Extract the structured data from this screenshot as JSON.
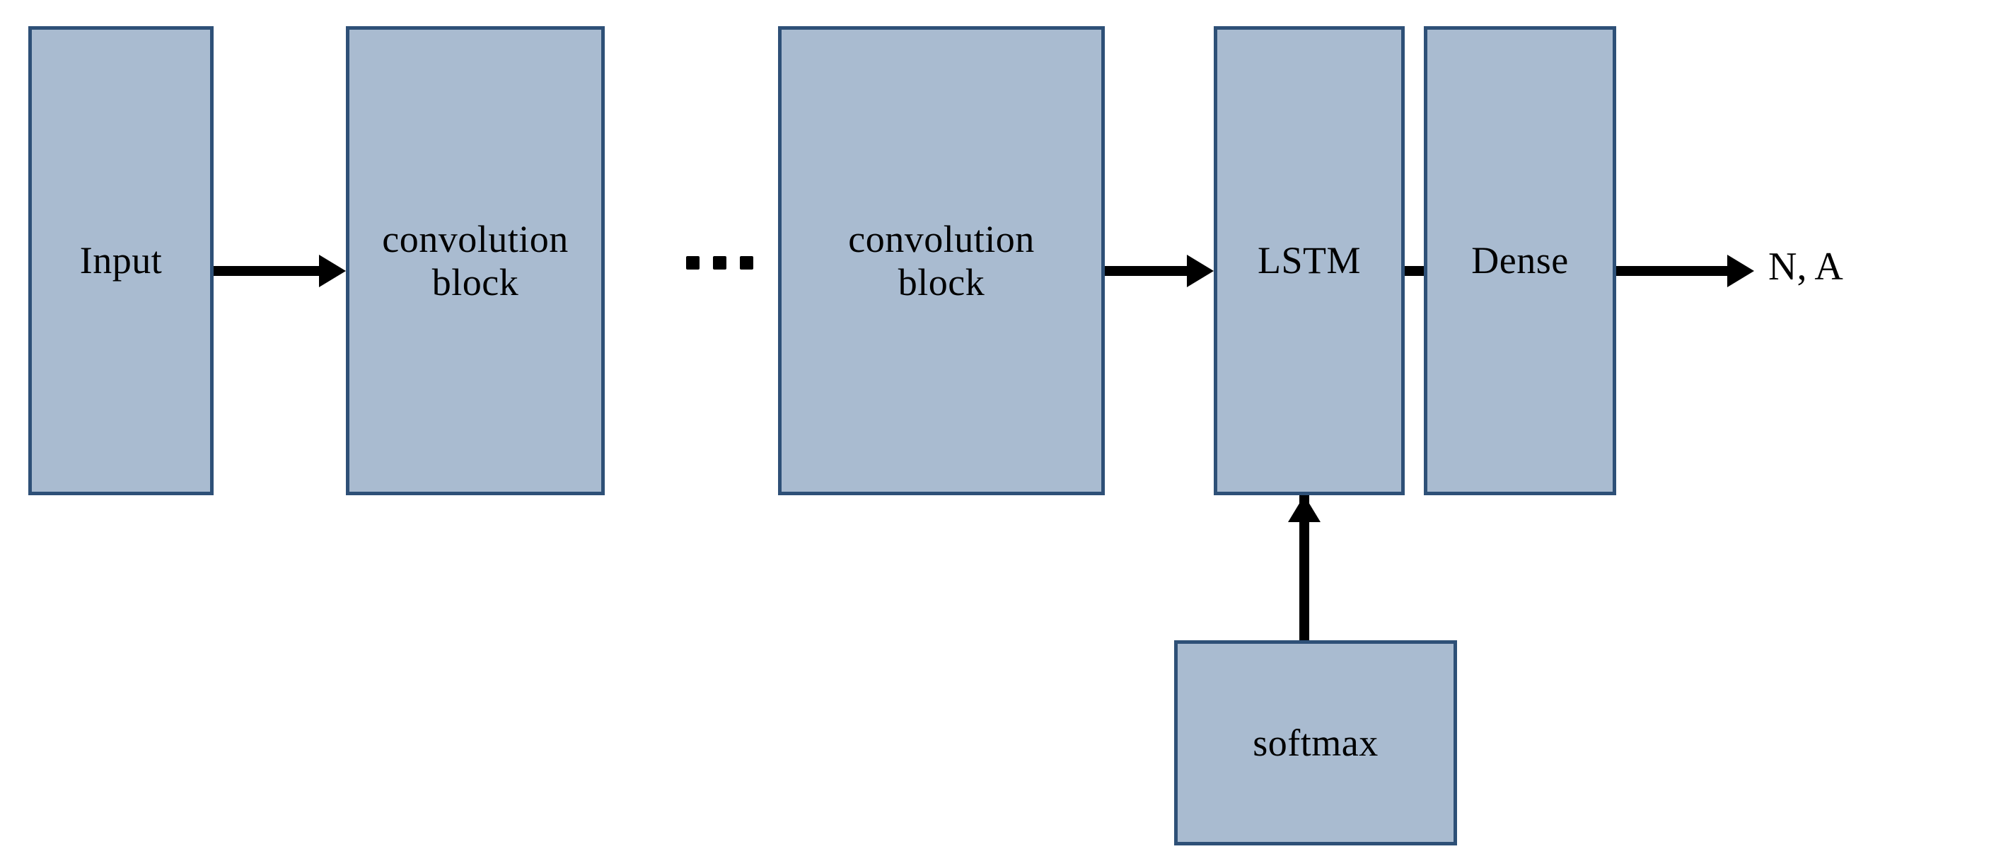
{
  "diagram": {
    "title": "CNN-LSTM network architecture flow diagram",
    "colors": {
      "node_fill": "#a9bbd0",
      "node_border": "#2e5077",
      "arrow": "#000000",
      "background": "#ffffff",
      "text": "#000000"
    },
    "nodes": [
      {
        "id": "input",
        "label": "Input"
      },
      {
        "id": "conv1",
        "label": "convolution\nblock"
      },
      {
        "id": "conv2",
        "label": "convolution\nblock"
      },
      {
        "id": "lstm",
        "label": "LSTM"
      },
      {
        "id": "dense",
        "label": "Dense"
      },
      {
        "id": "softmax",
        "label": "softmax"
      }
    ],
    "ellipsis": {
      "label": "...",
      "dot_count": 3,
      "meaning": "repeated convolution blocks"
    },
    "edges": [
      {
        "id": "input-conv1",
        "from": "Input",
        "to": "convolution block",
        "direction": "right"
      },
      {
        "id": "conv2-lstm",
        "from": "convolution block",
        "to": "LSTM",
        "direction": "right"
      },
      {
        "id": "lstm-dense",
        "from": "LSTM",
        "to": "Dense",
        "direction": "right"
      },
      {
        "id": "dense-output",
        "from": "Dense",
        "to": "N, A",
        "direction": "right"
      },
      {
        "id": "softmax-lstm",
        "from": "softmax",
        "to": "LSTM",
        "direction": "up"
      }
    ],
    "output": {
      "label": "N, A"
    }
  }
}
